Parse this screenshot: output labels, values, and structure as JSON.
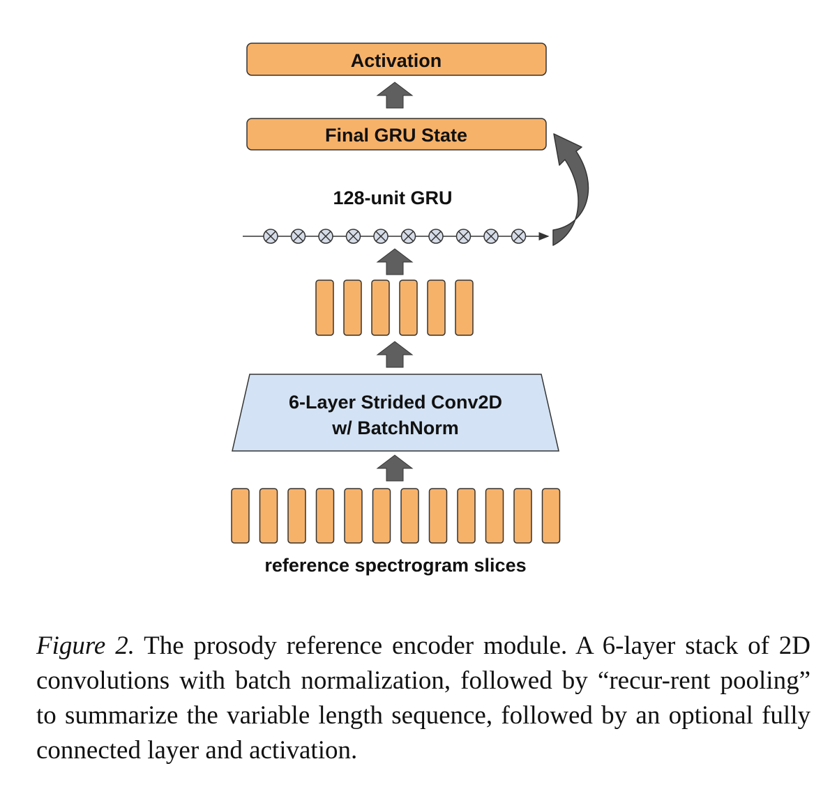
{
  "diagram": {
    "activation_label": "Activation",
    "final_state_label": "Final GRU State",
    "gru_label": "128-unit GRU",
    "conv_label_line1": "6-Layer Strided Conv2D",
    "conv_label_line2": "w/ BatchNorm",
    "input_label": "reference spectrogram slices",
    "gru_unit_count": 10,
    "gru_output_slice_count": 6,
    "input_slice_count": 12,
    "colors": {
      "box_fill": "#f7b26a",
      "box_stroke": "#333333",
      "conv_fill": "#d3e2f4",
      "arrow_fill": "#5f5f5f",
      "gru_unit_fill": "#d6dde8"
    }
  },
  "caption": {
    "label": "Figure 2.",
    "text": " The prosody reference encoder module. A 6-layer stack of 2D convolutions with batch normalization, followed by “recur-rent pooling” to summarize the variable length sequence, followed by an optional fully connected layer and activation."
  }
}
